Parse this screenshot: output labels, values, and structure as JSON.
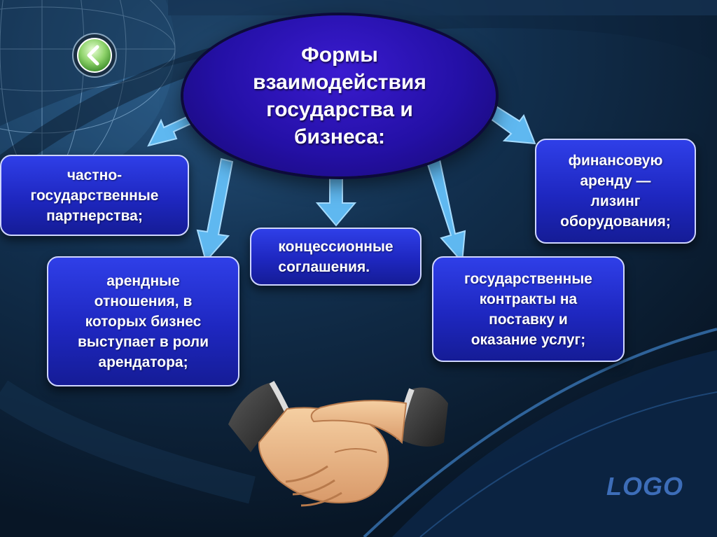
{
  "title": "Формы\nвзаимодействия\nгосударства и\nбизнеса:",
  "boxes": {
    "ppp": "частно-\nгосударственные\nпартнерства;",
    "rental": "арендные\nотношения, в\nкоторых бизнес\nвыступает в роли\nарендатора;",
    "concession": "концессионные\nсоглашения.",
    "contracts": "государственные\nконтракты на\nпоставку и\nоказание услуг;",
    "leasing": "финансовую\nаренду —\nлизинг\nоборудования;"
  },
  "logo": "LOGO",
  "icons": {
    "back": "chevron-left-icon",
    "handshake": "handshake-icon",
    "globe": "globe-icon"
  },
  "colors": {
    "background": "#0b1e33",
    "ellipse": "#2410a6",
    "box": "#1e27c0",
    "arrow": "#5fb8f0",
    "logo": "#3d6db8"
  }
}
